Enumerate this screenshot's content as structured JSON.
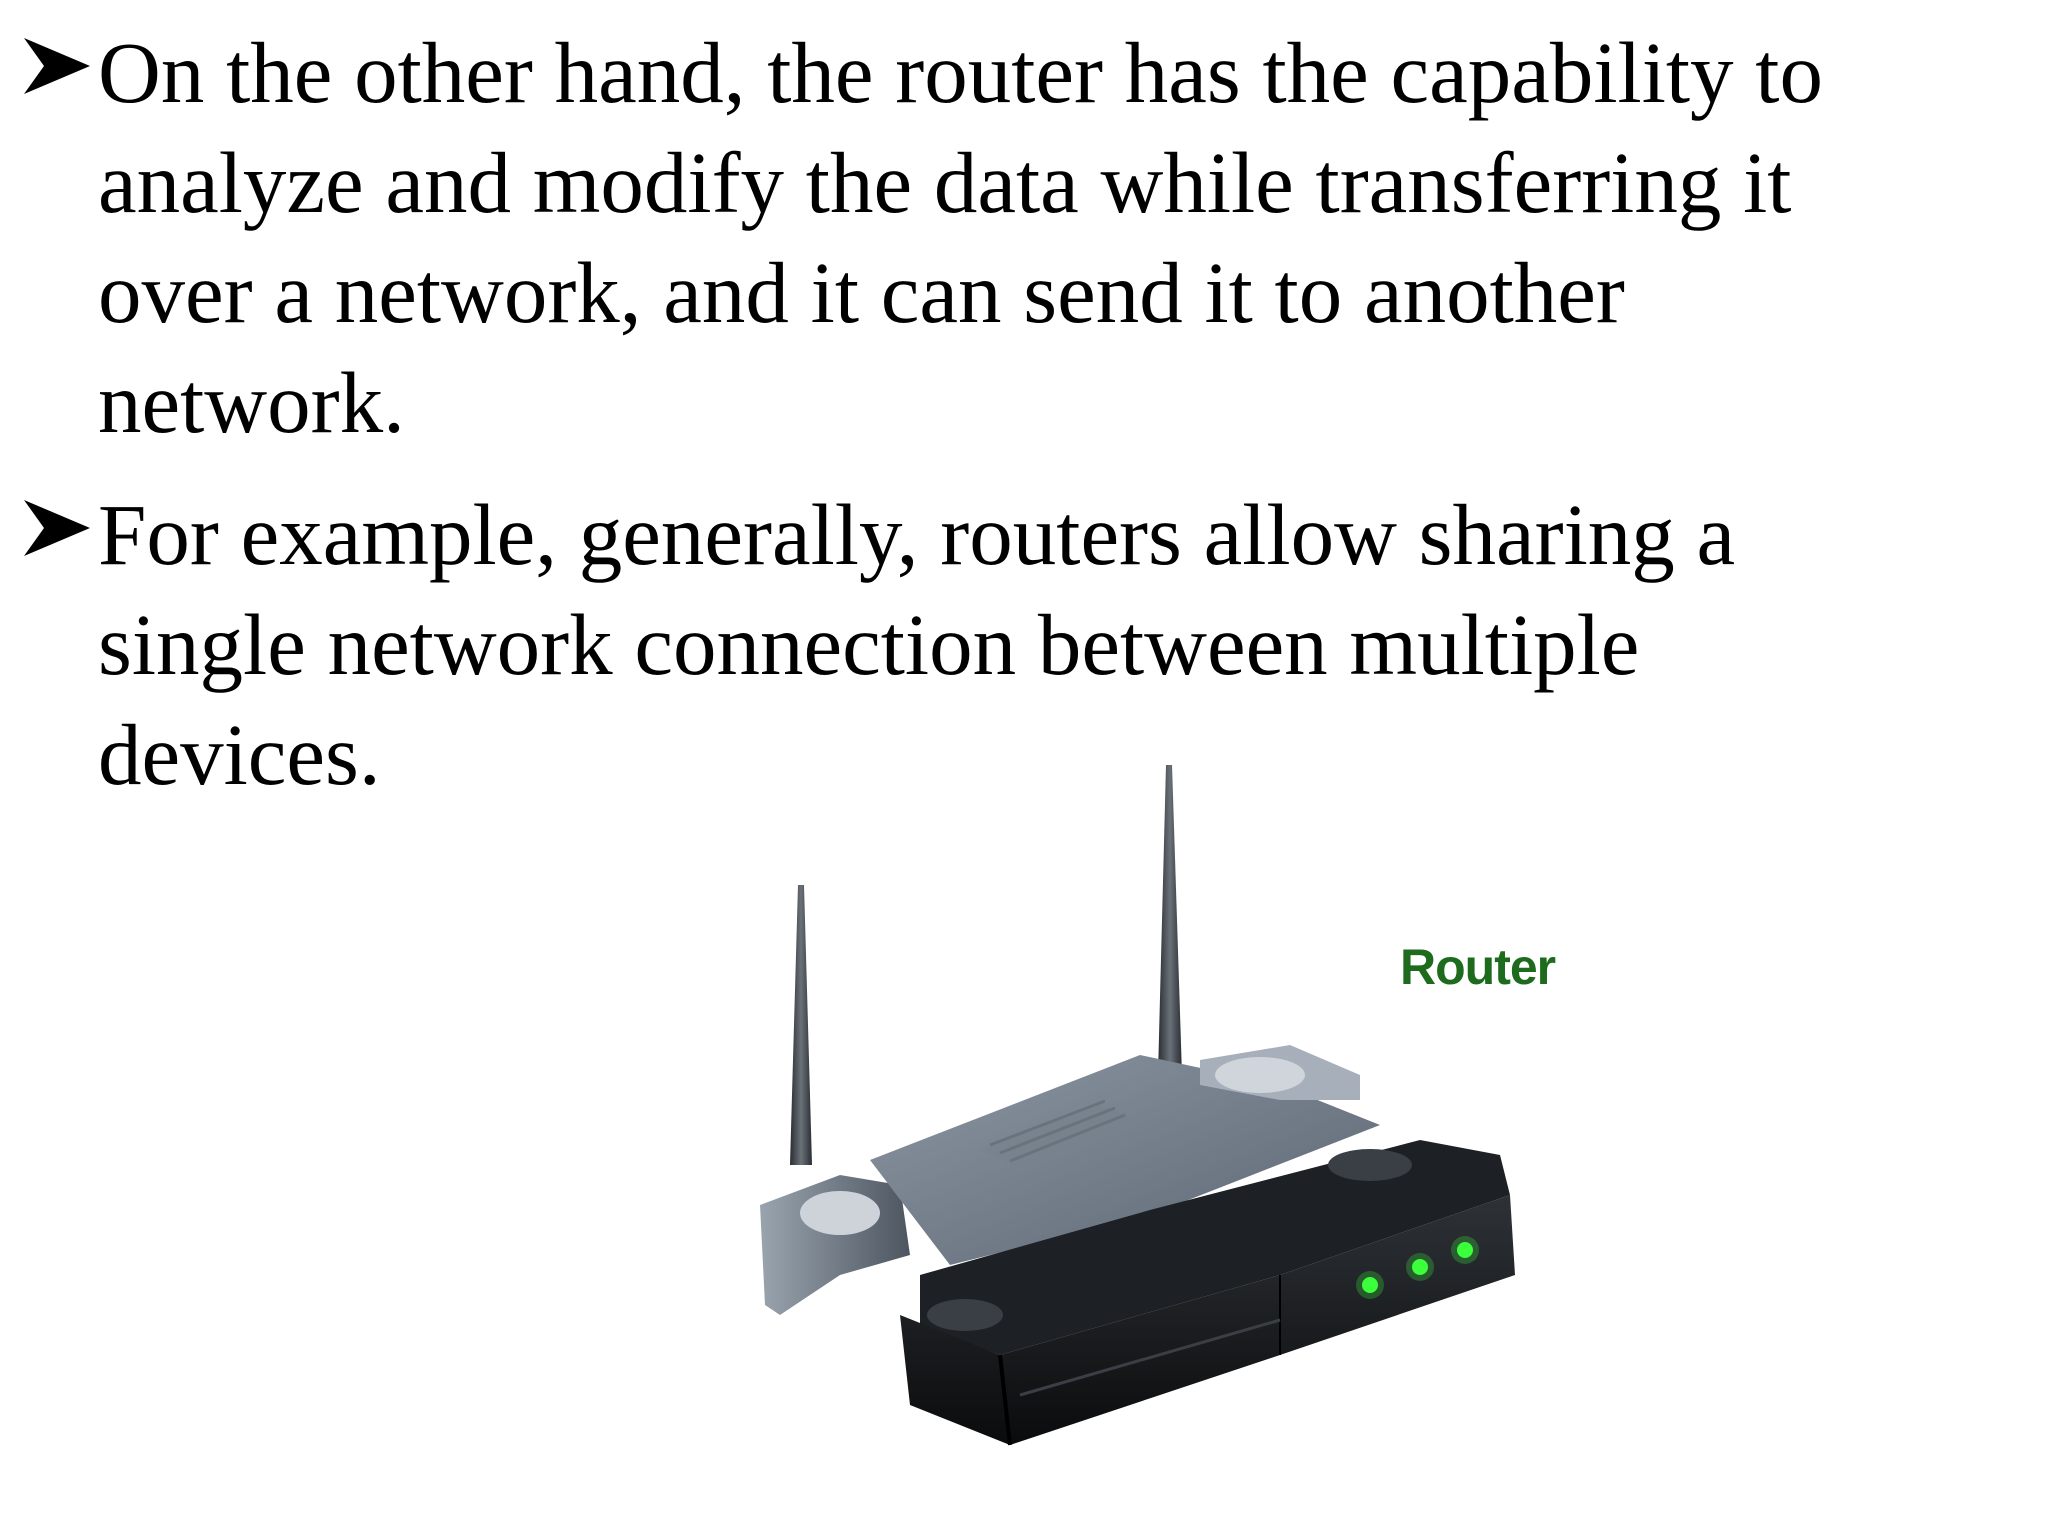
{
  "slide": {
    "bullets": [
      {
        "icon": "arrowhead-bullet-icon",
        "lines": [
          "On the other hand, the router has the capability to",
          "analyze and modify the data while transferring it",
          "over a network, and it can send it to another",
          "network."
        ]
      },
      {
        "icon": "arrowhead-bullet-icon",
        "lines": [
          "For example, generally, routers allow sharing a",
          "single network connection between multiple",
          "devices."
        ]
      }
    ],
    "figure": {
      "icon": "wireless-router-icon",
      "label": "Router",
      "label_color": "#1e6b1e",
      "led_color": "#3bff3b"
    }
  }
}
